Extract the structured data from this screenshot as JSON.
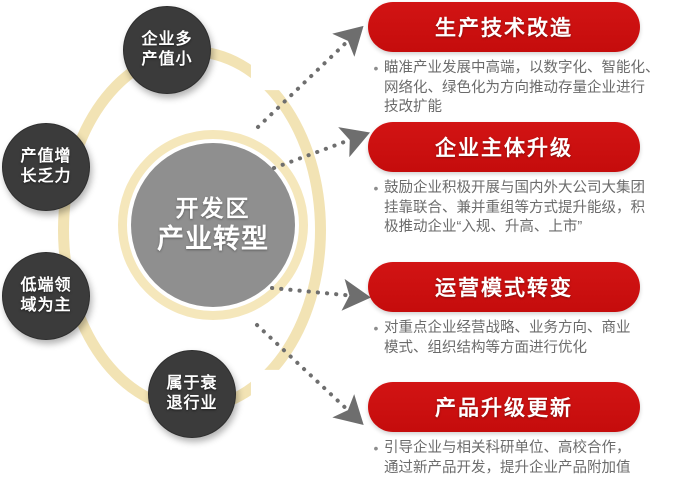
{
  "center": {
    "line1": "开发区",
    "line2": "产业转型"
  },
  "problem_nodes": [
    {
      "id": "node-enterprises-many-output-small",
      "line1": "企业多",
      "line2": "产值小"
    },
    {
      "id": "node-output-growth-weak",
      "line1": "产值增",
      "line2": "长乏力"
    },
    {
      "id": "node-low-end-dominant",
      "line1": "低端领",
      "line2": "域为主"
    },
    {
      "id": "node-declining-industry",
      "line1": "属于衰",
      "line2": "退行业"
    }
  ],
  "solution_panels": [
    {
      "id": "panel-production-tech-upgrade",
      "title": "生产技术改造",
      "bullet": "•",
      "lines": [
        "瞄准产业发展中高端，以数字化、智能化、",
        "网络化、绿色化为方向推动存量企业进行",
        "技改扩能"
      ]
    },
    {
      "id": "panel-enterprise-entity-upgrade",
      "title": "企业主体升级",
      "bullet": "•",
      "lines": [
        "鼓励企业积极开展与国内外大公司大集团",
        "挂靠联合、兼并重组等方式提升能级，积",
        "极推动企业“入规、升高、上市”"
      ]
    },
    {
      "id": "panel-operating-model-change",
      "title": "运营模式转变",
      "bullet": "•",
      "lines": [
        "对重点企业经营战略、业务方向、商业",
        "模式、组织结构等方面进行优化"
      ]
    },
    {
      "id": "panel-product-upgrade-renewal",
      "title": "产品升级更新",
      "bullet": "•",
      "lines": [
        "引导企业与相关科研单位、高校合作，",
        "通过新产品开发，提升企业产品附加值"
      ]
    }
  ],
  "colors": {
    "panel_red": "#cf1010",
    "core_gray": "#8f8f8f",
    "node_dark": "#3b3b3b",
    "ring_yellow": "#f2e3b4",
    "arrow_gray": "#6e6e6e",
    "body_text_gray": "#6b6b6b",
    "background": "#ffffff"
  },
  "connectors": [
    {
      "id": "arrow-center-to-panel-1",
      "style": "dotted-arrow"
    },
    {
      "id": "arrow-center-to-panel-2",
      "style": "dotted-arrow"
    },
    {
      "id": "arrow-center-to-panel-3",
      "style": "dotted-arrow"
    },
    {
      "id": "arrow-center-to-panel-4",
      "style": "dotted-arrow"
    }
  ]
}
